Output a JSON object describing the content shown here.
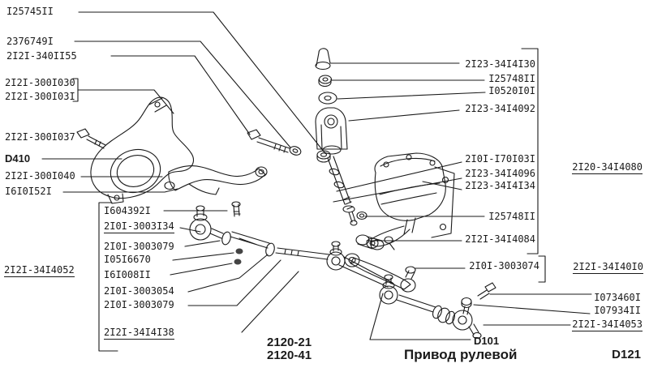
{
  "colors": {
    "background": "#ffffff",
    "ink": "#1a1a1a"
  },
  "callouts": {
    "left_top": [
      {
        "text": "I25745II"
      },
      {
        "text": "2376749I"
      },
      {
        "text": "2I2I-340II55"
      },
      {
        "text": "2I2I-300I030"
      },
      {
        "text": "2I2I-300I03I"
      },
      {
        "text": "2I2I-300I037"
      },
      {
        "text": "D410"
      },
      {
        "text": "2I2I-300I040"
      },
      {
        "text": "I6I0I52I"
      }
    ],
    "left_link": {
      "text": "2I2I-34I4052"
    },
    "mid_list": [
      {
        "text": "I604392I"
      },
      {
        "text": "2I0I-3003I34"
      },
      {
        "text": "2I0I-3003079"
      },
      {
        "text": "I05I6670"
      },
      {
        "text": "I6I008II"
      },
      {
        "text": "2I0I-3003054"
      },
      {
        "text": "2I0I-3003079"
      },
      {
        "text": "2I2I-34I4I38"
      }
    ],
    "right_list": [
      {
        "text": "2I23-34I4I30"
      },
      {
        "text": "I25748II"
      },
      {
        "text": "I0520I0I"
      },
      {
        "text": "2I23-34I4092"
      },
      {
        "text": "2I0I-I70I03I"
      },
      {
        "text": "2I23-34I4096"
      },
      {
        "text": "2I23-34I4I34"
      },
      {
        "text": "I25748II"
      },
      {
        "text": "2I2I-34I4084"
      },
      {
        "text": "2I0I-3003074"
      }
    ],
    "right_links": [
      {
        "text": "2I20-34I4080"
      },
      {
        "text": "2I2I-34I40I0"
      }
    ],
    "bottom_right": [
      {
        "text": "I073460I"
      },
      {
        "text": "I07934II"
      },
      {
        "text": "2I2I-34I4053"
      }
    ]
  },
  "footer": {
    "model_code_1": "2120-21",
    "model_code_2": "2120-41",
    "ref_left": "D101",
    "title": "Привод рулевой",
    "page_code": "D121"
  }
}
